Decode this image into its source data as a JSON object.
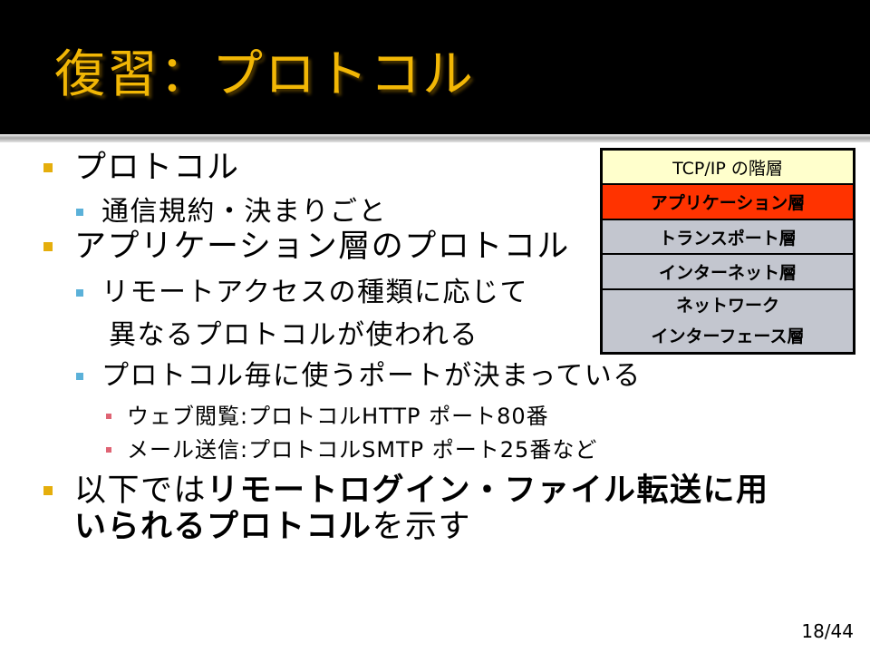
{
  "slide": {
    "title": "復習：プロトコル",
    "page_number": "18/44"
  },
  "outline": [
    {
      "text": "プロトコル"
    },
    {
      "text": "通信規約・決まりごと"
    },
    {
      "text": "アプリケーション層のプロトコル"
    },
    {
      "lines": [
        "リモートアクセスの種類に応じて",
        "異なるプロトコルが使われる"
      ]
    },
    {
      "text": "プロトコル毎に使うポートが決まっている"
    },
    {
      "text": "ウェブ閲覧:プロトコルHTTP ポート80番"
    },
    {
      "text": "メール送信:プロトコルSMTP ポート25番など"
    },
    {
      "lines": [
        [
          {
            "text": "以下では",
            "bold": false
          },
          {
            "text": "リモートログイン・ファイル転送に用",
            "bold": true
          }
        ],
        [
          {
            "text": "いられるプロトコル",
            "bold": true
          },
          {
            "text": "を示す",
            "bold": false
          }
        ]
      ]
    }
  ],
  "layer_table": {
    "header": "TCP/IP の階層",
    "layers": [
      {
        "name": "アプリケーション層",
        "highlighted": true
      },
      {
        "name": "トランスポート層",
        "highlighted": false
      },
      {
        "name": "インターネット層",
        "highlighted": false
      },
      {
        "name_lines": [
          "ネットワーク",
          "インターフェース層"
        ],
        "highlighted": false
      }
    ]
  },
  "colors": {
    "header_band": "#000000",
    "title_text": "#F2B705",
    "bullet_level1": "#E5AE0C",
    "bullet_level2": "#5BB1D9",
    "bullet_level3": "#DF6474",
    "table_header_bg": "#FFFFCC",
    "table_highlight_bg": "#FF3300",
    "table_layer_bg": "#C3C6CF"
  }
}
